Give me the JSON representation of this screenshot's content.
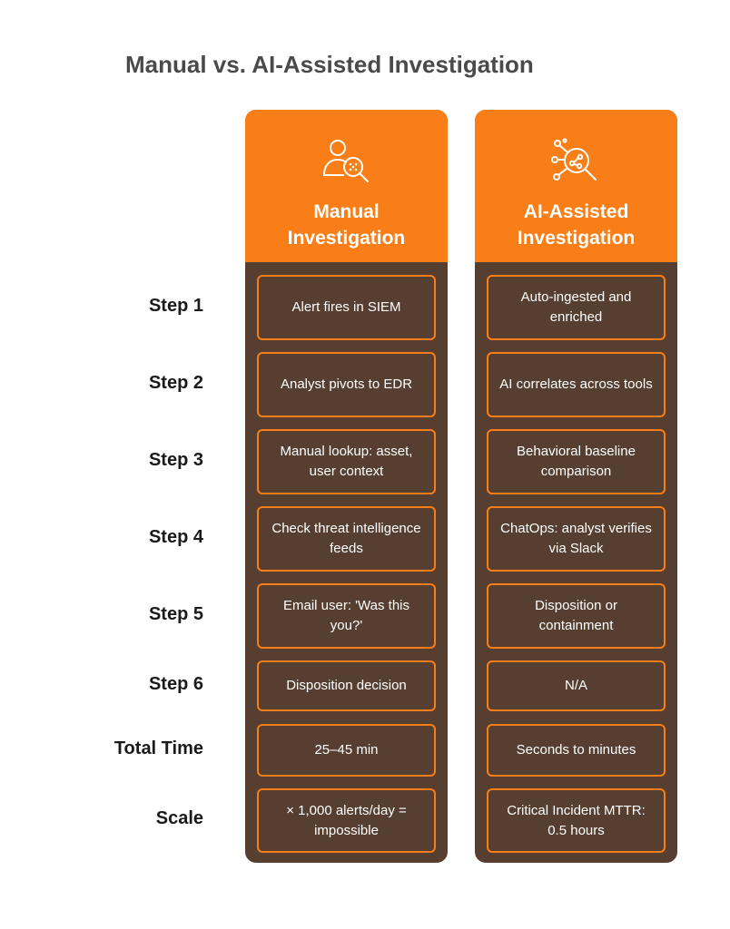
{
  "title": "Manual vs. AI-Assisted Investigation",
  "colors": {
    "accent": "#f97e17",
    "column_bg": "#563f30",
    "title": "#4a4a4a"
  },
  "rows": [
    "Step 1",
    "Step 2",
    "Step 3",
    "Step 4",
    "Step 5",
    "Step 6",
    "Total Time",
    "Scale"
  ],
  "columns": [
    {
      "title_line1": "Manual",
      "title_line2": "Investigation",
      "icon": "user-search-icon",
      "cells": [
        "Alert fires in SIEM",
        "Analyst pivots to EDR",
        "Manual lookup: asset, user context",
        "Check threat intelligence feeds",
        "Email user: 'Was this you?'",
        "Disposition decision",
        "25–45 min",
        "× 1,000 alerts/day = impossible"
      ]
    },
    {
      "title_line1": "AI-Assisted",
      "title_line2": "Investigation",
      "icon": "network-search-icon",
      "cells": [
        "Auto-ingested and enriched",
        "AI correlates across tools",
        "Behavioral baseline comparison",
        "ChatOps: analyst verifies via Slack",
        "Disposition or containment",
        "N/A",
        "Seconds to minutes",
        "Critical Incident MTTR: 0.5 hours"
      ]
    }
  ]
}
